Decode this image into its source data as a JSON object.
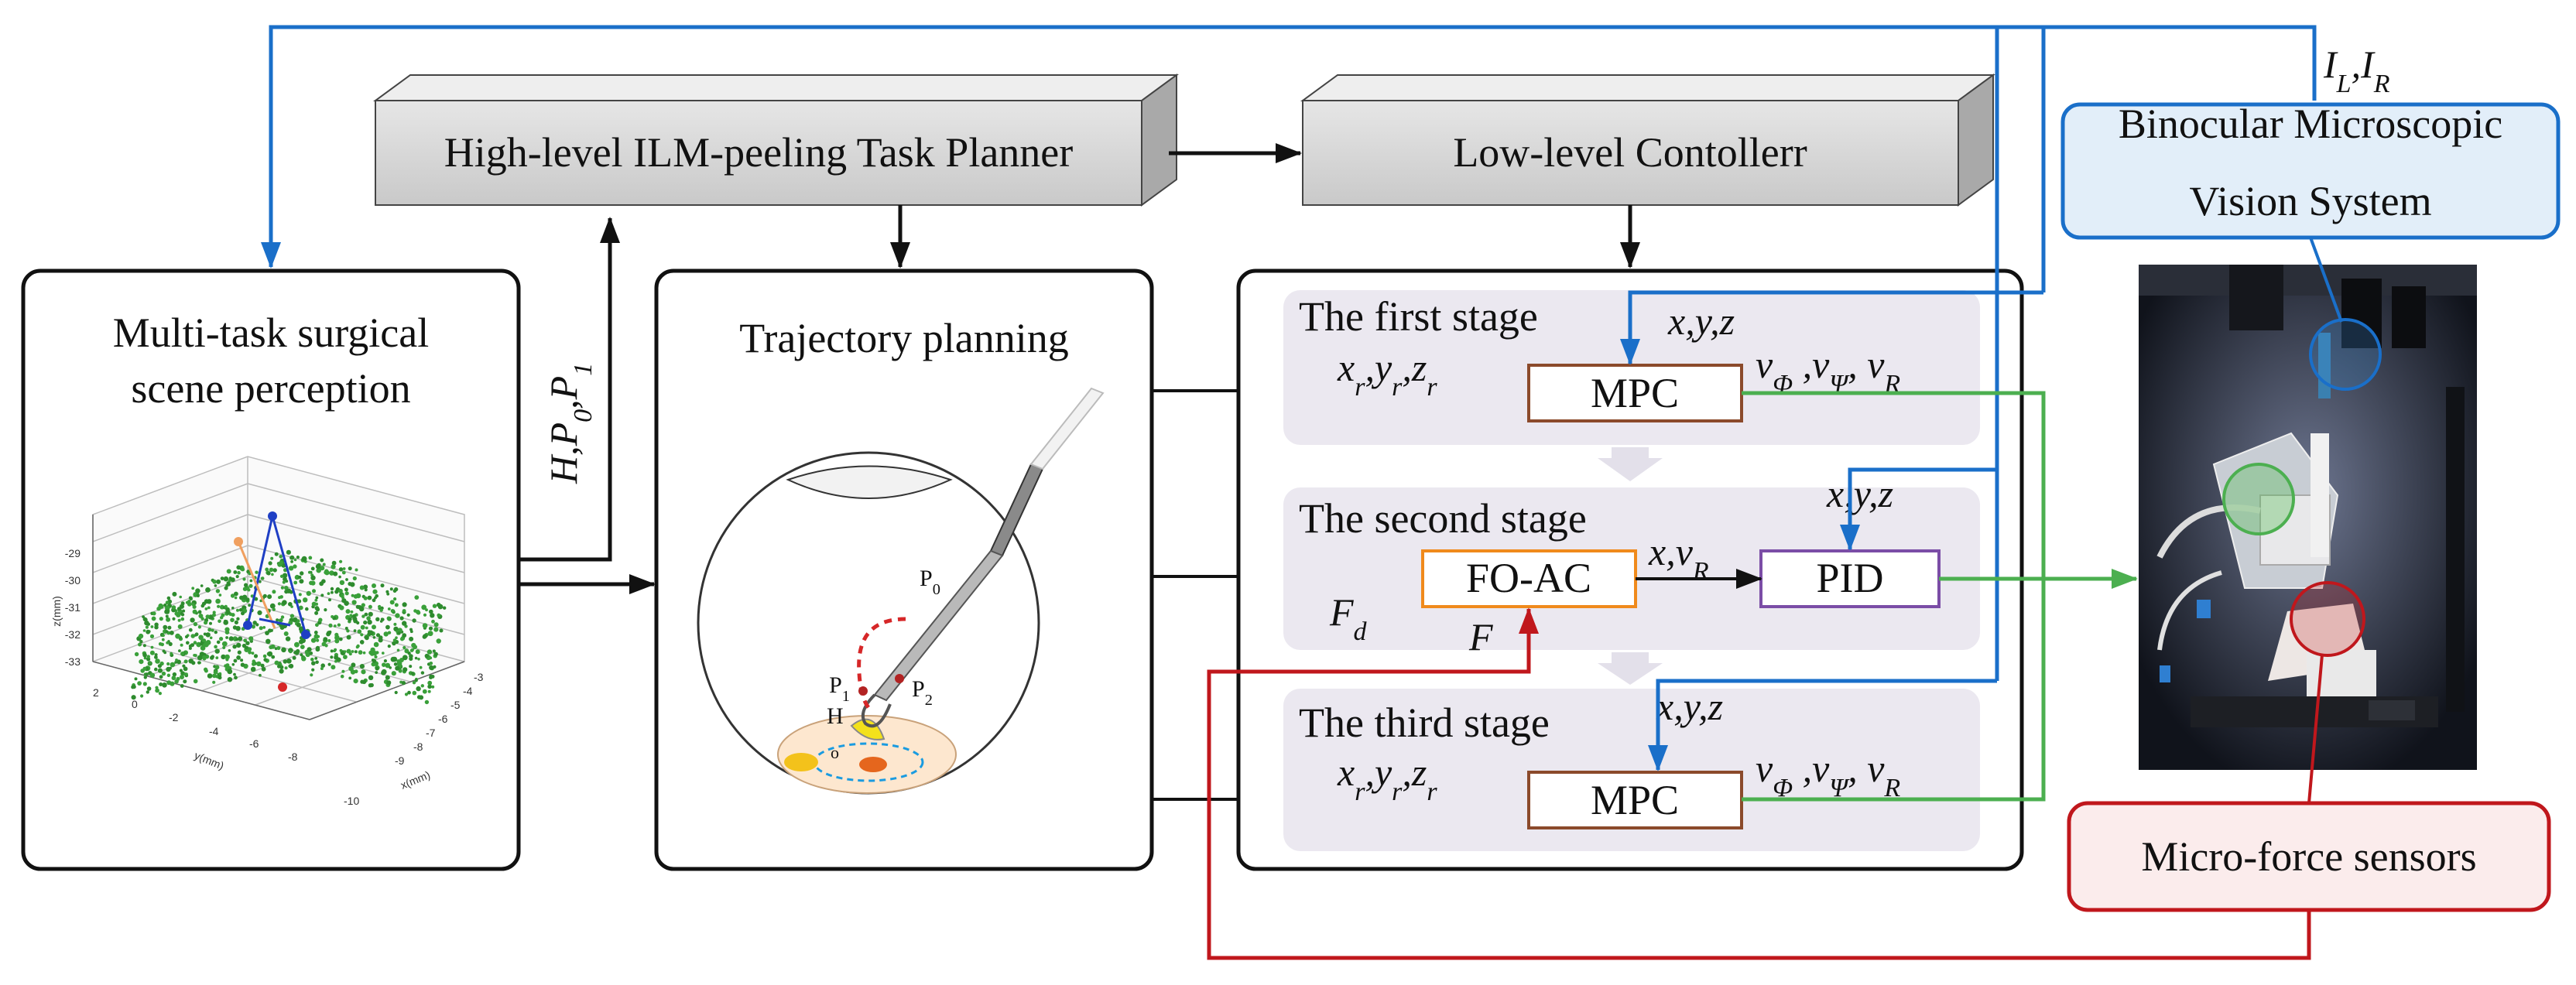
{
  "planner": {
    "high_level": "High-level ILM-peeling Task Planner",
    "low_level": "Low-level Contollerr"
  },
  "perception": {
    "title_line1": "Multi-task surgical",
    "title_line2": "scene perception",
    "side_label": "H,P0,P1",
    "zlabel": "z(mm)",
    "xlabel": "x(mm)",
    "ylabel": "y(mm)",
    "z_ticks": [
      "-29",
      "-30",
      "-31",
      "-32",
      "-33"
    ],
    "y_ticks": [
      "2",
      "0",
      "-2",
      "-4",
      "-6",
      "-8"
    ],
    "x_ticks": [
      "-3",
      "-4",
      "-5",
      "-6",
      "-7",
      "-8",
      "-9",
      "-10"
    ]
  },
  "trajectory": {
    "title": "Trajectory planning",
    "p0": "P0",
    "p1": "P1",
    "p2": "P2",
    "h": "H",
    "o": "o"
  },
  "stages": {
    "first": {
      "title": "The first stage",
      "ctrl": "MPC",
      "xyz": "x,y,z",
      "inputs": "xr,yr,zr",
      "outputs": "vΦ ,vΨ, vR"
    },
    "second": {
      "title": "The second stage",
      "ctrl": "FO-AC",
      "pid": "PID",
      "mid": "x,vR",
      "xyz": "x,y,z",
      "fd": "Fd",
      "f": "F"
    },
    "third": {
      "title": "The third stage",
      "ctrl": "MPC",
      "xyz": "x,y,z",
      "inputs": "xr,yr,zr",
      "outputs": "vΦ ,vΨ, vR"
    }
  },
  "vision": {
    "line1": "Binocular Microscopic",
    "line2": "Vision System",
    "images": "IL,IR"
  },
  "force": {
    "label": "Micro-force sensors"
  },
  "colors": {
    "blue": "#1a6fc9",
    "green": "#4caf50",
    "red": "#c0171c",
    "mpc": "#8b4a2b",
    "foac": "#f08a1c",
    "pid": "#7b4da6"
  }
}
